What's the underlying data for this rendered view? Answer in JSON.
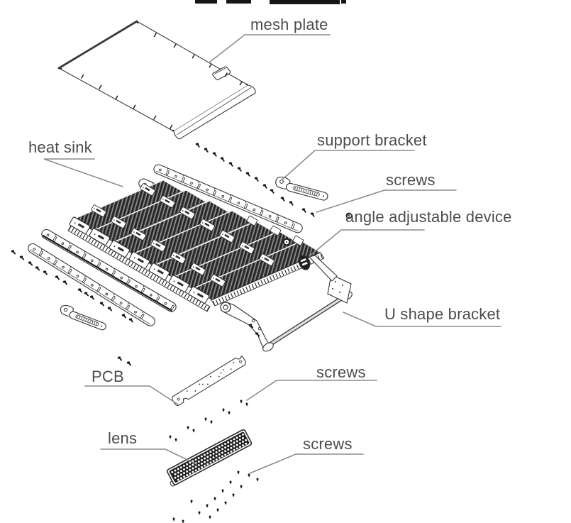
{
  "diagram": {
    "type": "exploded-assembly-drawing",
    "background_color": "#ffffff",
    "label_color": "#4d4d4d",
    "leader_line_color": "#8c8c8c",
    "drawing_line_color": "#3a3a3a",
    "labels": {
      "mesh_plate": "mesh plate",
      "heat_sink": "heat sink",
      "support_bracket": "support bracket",
      "screws_top_right": "screws",
      "angle_adjustable_device": "angle adjustable device",
      "u_shape_bracket": "U shape bracket",
      "pcb": "PCB",
      "screws_pcb": "screws",
      "lens": "lens",
      "screws_lens": "screws"
    }
  }
}
